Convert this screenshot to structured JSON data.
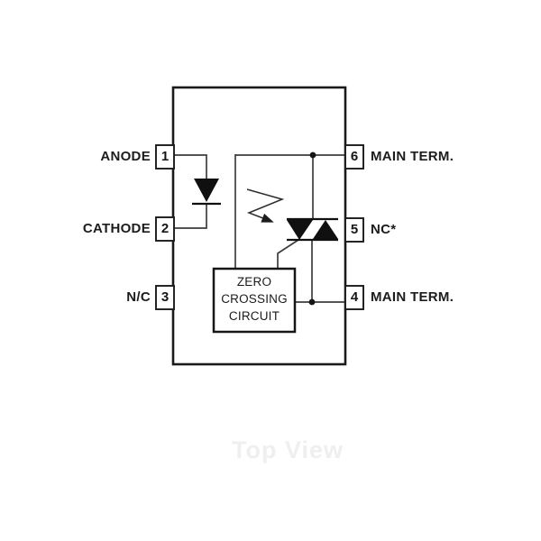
{
  "diagram": {
    "type": "pin-connection-schematic",
    "watermark": "Top View",
    "ic": {
      "left_pins": [
        {
          "number": "1",
          "label": "ANODE"
        },
        {
          "number": "2",
          "label": "CATHODE"
        },
        {
          "number": "3",
          "label": "N/C"
        }
      ],
      "right_pins": [
        {
          "number": "6",
          "label": "MAIN TERM."
        },
        {
          "number": "5",
          "label": "NC*"
        },
        {
          "number": "4",
          "label": "MAIN TERM."
        }
      ],
      "inner_block": {
        "line1": "ZERO",
        "line2": "CROSSING",
        "line3": "CIRCUIT"
      },
      "symbols": [
        "led-diode",
        "light-emission-arrow",
        "triac"
      ]
    },
    "colors": {
      "background": "#ffffff",
      "outline": "#1a1a1a",
      "wire": "#3d3d3d",
      "symbol_fill": "#101010",
      "text": "#1c1c1c",
      "watermark": "#efefef"
    }
  }
}
